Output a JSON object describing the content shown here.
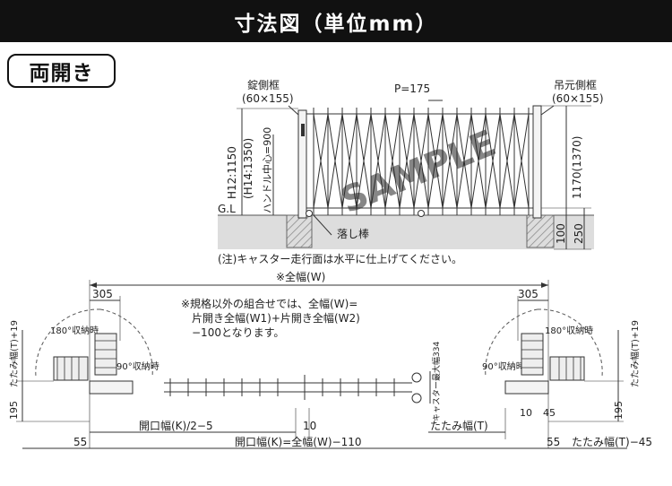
{
  "header": {
    "title": "寸法図（単位mm）"
  },
  "badge": {
    "label": "両開き"
  },
  "elevation": {
    "left_frame": "錠側框",
    "left_frame_size": "(60×155)",
    "right_frame": "吊元側框",
    "right_frame_size": "(60×155)",
    "pitch": "P=175",
    "height_h12": "H12:1150",
    "height_h14": "(H14:1350)",
    "handle_center": "ハンドル中心=900",
    "right_height": "1170(1370)",
    "gl": "G.L",
    "drop_rod": "落し棒",
    "dim_100": "100",
    "dim_250": "250",
    "watermark": "SAMPLE",
    "note": "(注)キャスター走行面は水平に仕上げてください。"
  },
  "plan": {
    "total_width": "※全幅(W)",
    "note_line1": "※規格以外の組合せでは、全幅(W)=",
    "note_line2": "片開き全幅(W1)+片開き全幅(W2)",
    "note_line3": "−100となります。",
    "dim_305_left": "305",
    "dim_305_right": "305",
    "storage_180_left": "180°収納時",
    "storage_90_left": "90°収納時",
    "storage_180_right": "180°収納時",
    "storage_90_right": "90°収納時",
    "fold_width_t19_left": "たたみ幅(T)+19",
    "fold_width_t19_right": "たたみ幅(T)+19",
    "dim_195_left": "195",
    "dim_195_right": "195",
    "caster_max": "キャスター最大幅334",
    "dim_10_center": "10",
    "dim_10_right": "10",
    "dim_45": "45",
    "opening_half": "開口幅(K)/2−5",
    "fold_width": "たたみ幅(T)",
    "dim_55_left": "55",
    "dim_55_right": "55",
    "opening_full": "開口幅(K)=全幅(W)−110",
    "fold_width_minus45": "たたみ幅(T)−45"
  }
}
